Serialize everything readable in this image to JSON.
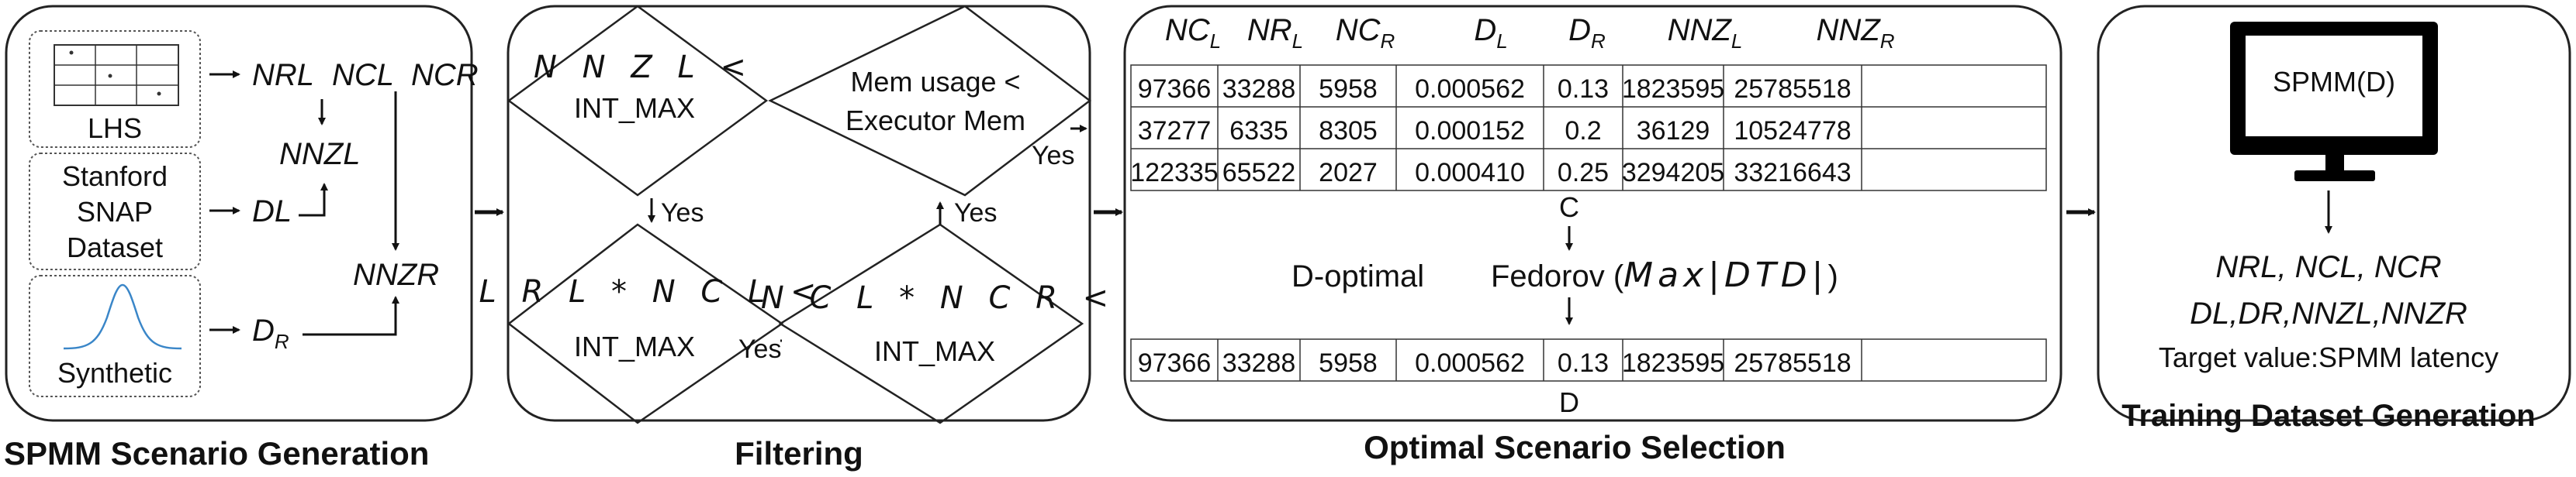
{
  "panels": {
    "scenario_generation": {
      "title": "SPMM Scenario Generation",
      "sources": [
        "LHS",
        "Stanford",
        "SNAP",
        "Dataset",
        "Synthetic"
      ],
      "params": {
        "nrl": "NRL",
        "ncl": "NCL",
        "ncr": "NCR",
        "nnzl": "NNZL",
        "dl": "DL",
        "nnzr": "NNZR",
        "dr": "D",
        "dr_sub": "R"
      }
    },
    "filtering": {
      "title": "Filtering",
      "cond1_line1": "N N Z L <",
      "cond1_line2": "INT_MAX",
      "cond2_line1": "Mem usage <",
      "cond2_line2": "Executor Mem",
      "cond3_line1": "L R L * N C L <",
      "cond3_line2": "INT_MAX",
      "cond4_line1": "N C L * N C R <",
      "cond4_line2": "INT_MAX",
      "yes1": "Yes",
      "yes2": "Yes",
      "yes3": "Yes",
      "yes4": "Yes"
    },
    "optimal_selection": {
      "title": "Optimal Scenario Selection",
      "headers": [
        {
          "main": "NC",
          "sub": "L"
        },
        {
          "main": "NR",
          "sub": "L"
        },
        {
          "main": "NC",
          "sub": "R"
        },
        {
          "main": "D",
          "sub": "L"
        },
        {
          "main": "D",
          "sub": "R"
        },
        {
          "main": "NNZ",
          "sub": "L"
        },
        {
          "main": "NNZ",
          "sub": "R"
        }
      ],
      "table_c": [
        [
          "97366",
          "33288",
          "5958",
          "0.000562",
          "0.13",
          "1823595",
          "25785518"
        ],
        [
          "37277",
          "6335",
          "8305",
          "0.000152",
          "0.2",
          "36129",
          "10524778"
        ],
        [
          "122335",
          "65522",
          "2027",
          "0.000410",
          "0.25",
          "3294205",
          "33216643"
        ]
      ],
      "label_c": "C",
      "d_optimal": "D-optimal",
      "fedorov": "Fedorov (",
      "fedorov_formula": "Max|DTD|",
      "fedorov_close": ")",
      "table_d": [
        [
          "97366",
          "33288",
          "5958",
          "0.000562",
          "0.13",
          "1823595",
          "25785518"
        ]
      ],
      "label_d": "D"
    },
    "training_generation": {
      "title": "Training Dataset Generation",
      "monitor_text": "SPMM(D)",
      "features_line1": "NRL, NCL, NCR",
      "features_line2": "DL,DR,NNZL,NNZR",
      "target": "Target value:SPMM latency"
    }
  }
}
